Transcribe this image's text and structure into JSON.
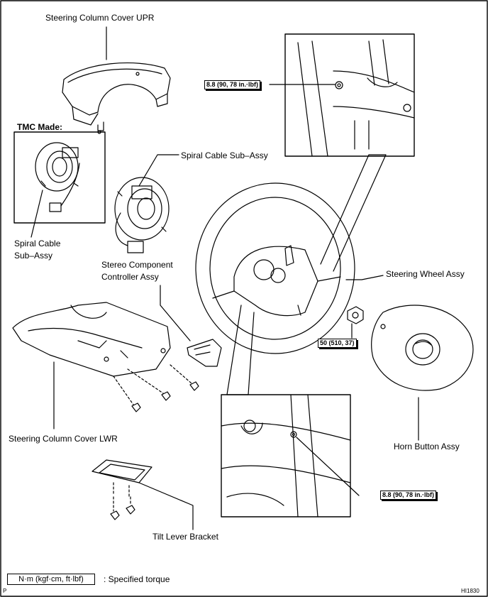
{
  "labels": {
    "column_cover_upr": "Steering Column Cover UPR",
    "tmc_made": "TMC Made:",
    "spiral_cable_right": "Spiral Cable Sub–Assy",
    "spiral_cable_left_l1": "Spiral Cable",
    "spiral_cable_left_l2": "Sub–Assy",
    "stereo_l1": "Stereo Component",
    "stereo_l2": "Controller Assy",
    "steering_wheel": "Steering Wheel Assy",
    "column_cover_lwr": "Steering Column Cover LWR",
    "horn_button": "Horn Button Assy",
    "tilt_lever": "Tilt Lever Bracket"
  },
  "torques": {
    "top": "8.8 (90, 78 in.·lbf)",
    "nut": "50 (510, 37)",
    "bottom": "8.8 (90, 78 in.·lbf)"
  },
  "legend": {
    "box": "N·m (kgf·cm, ft·lbf)",
    "text": ": Specified torque"
  },
  "corner": {
    "left": "P",
    "right": "HI1830"
  }
}
